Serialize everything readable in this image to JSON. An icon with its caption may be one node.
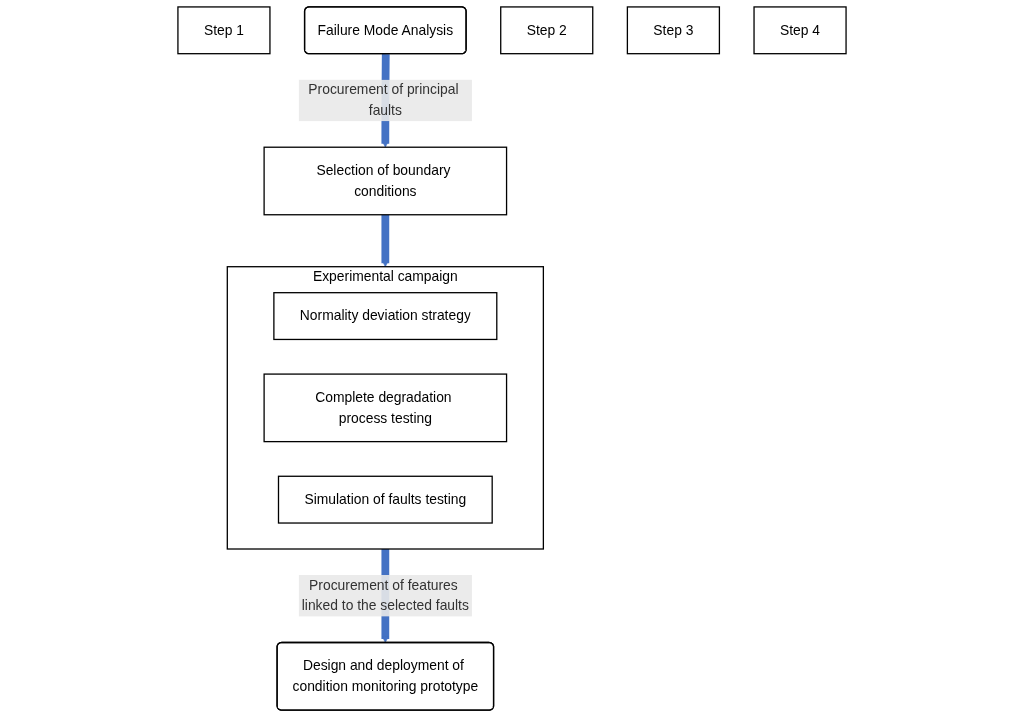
{
  "diagram": {
    "nodes": [
      {
        "text": [
          "Step 1"
        ]
      },
      {
        "text": [
          "Failure Mode Analysis"
        ]
      },
      {
        "text": [
          "Step 2"
        ]
      },
      {
        "text": [
          "Selection of boundary conditions"
        ]
      },
      {
        "text": [
          "Step 3"
        ]
      },
      {
        "text": [
          "Experimental campaign"
        ]
      },
      {
        "text": [
          "Normality deviation strategy"
        ],
        "in": 5
      },
      {
        "text": [
          "Complete degradation process testing"
        ],
        "in": 5
      },
      {
        "text": [
          "Simulation of faults testing"
        ],
        "in": 5
      },
      {
        "text": [
          "Step 4"
        ]
      },
      {
        "text": [
          "Design and deployment of condition monitoring prototype"
        ]
      }
    ],
    "edges": [
      {
        "from": 1,
        "to": 3,
        "arrow": "to",
        "label": "Procurement of principal faults"
      },
      {
        "from": 3,
        "to": 5,
        "arrow": "to"
      },
      {
        "from": 5,
        "to": 10,
        "arrow": "to",
        "label": "Procurement of features linked to the selected faults"
      }
    ]
  }
}
